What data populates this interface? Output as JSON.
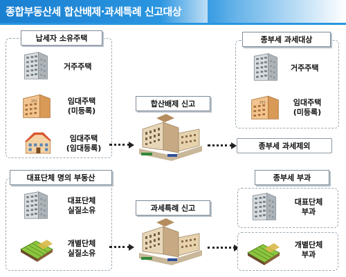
{
  "title": "종합부동산세 합산배제·과세특례 신고대상",
  "left_top": {
    "header": "납세자 소유주택",
    "items": [
      {
        "label": "거주주택",
        "icon": "apartment-building-icon"
      },
      {
        "label_1": "임대주택",
        "label_2": "(미등록)",
        "icon": "rental-apartment-icon"
      },
      {
        "label_1": "임대주택",
        "label_2": "(임대등록)",
        "icon": "house-icon"
      }
    ]
  },
  "center_top": {
    "label": "합산배제 신고",
    "icon": "government-building-icon"
  },
  "right_top": {
    "header": "종부세 과세대상",
    "items": [
      {
        "label": "거주주택",
        "icon": "apartment-building-icon"
      },
      {
        "label_1": "임대주택",
        "label_2": "(미등록)",
        "icon": "rental-apartment-icon"
      }
    ],
    "result": "종부세 과세제외"
  },
  "left_bottom": {
    "header": "대표단체 명의 부동산",
    "items": [
      {
        "label_1": "대표단체",
        "label_2": "실질소유",
        "icon": "apartment-building-icon"
      },
      {
        "label_1": "개별단체",
        "label_2": "실질소유",
        "icon": "farmland-icon"
      }
    ]
  },
  "center_bottom": {
    "label": "과세특례 신고",
    "icon": "government-building-icon"
  },
  "right_bottom": {
    "header": "종부세 부과",
    "items": [
      {
        "label_1": "대표단체",
        "label_2": "부과",
        "icon": "apartment-building-icon"
      },
      {
        "label_1": "개별단체",
        "label_2": "부과",
        "icon": "farmland-icon"
      }
    ]
  }
}
